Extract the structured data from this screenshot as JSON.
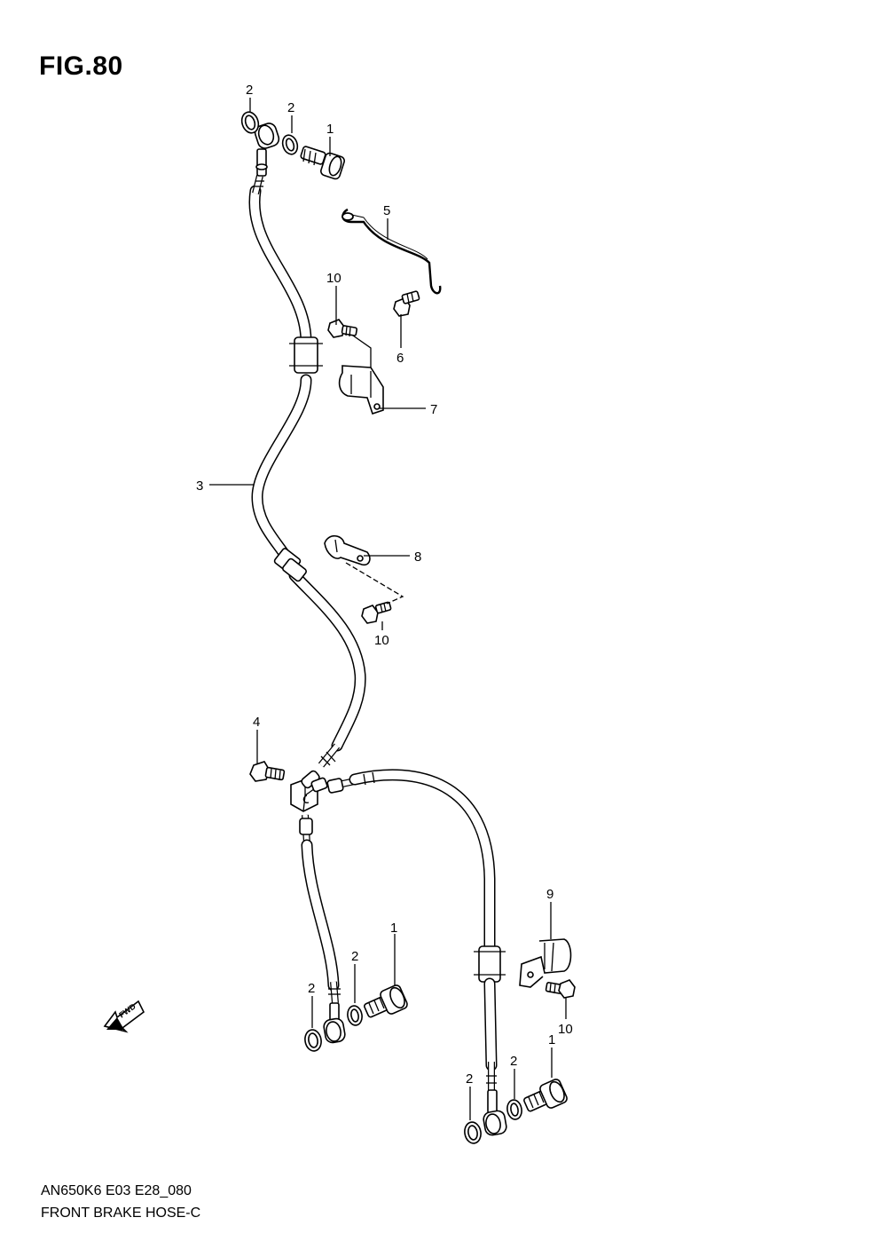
{
  "figure": {
    "title": "FIG.80",
    "model_code": "AN650K6 E03 E28_080",
    "name": "FRONT BRAKE HOSE-C"
  },
  "fwd_arrow": {
    "label": "FWD"
  },
  "callouts": [
    {
      "id": "c-2a",
      "label": "2"
    },
    {
      "id": "c-2b",
      "label": "2"
    },
    {
      "id": "c-1a",
      "label": "1"
    },
    {
      "id": "c-5",
      "label": "5"
    },
    {
      "id": "c-10a",
      "label": "10"
    },
    {
      "id": "c-6",
      "label": "6"
    },
    {
      "id": "c-7",
      "label": "7"
    },
    {
      "id": "c-3",
      "label": "3"
    },
    {
      "id": "c-8",
      "label": "8"
    },
    {
      "id": "c-10b",
      "label": "10"
    },
    {
      "id": "c-4",
      "label": "4"
    },
    {
      "id": "c-9",
      "label": "9"
    },
    {
      "id": "c-1b",
      "label": "1"
    },
    {
      "id": "c-2c",
      "label": "2"
    },
    {
      "id": "c-2d",
      "label": "2"
    },
    {
      "id": "c-10c",
      "label": "10"
    },
    {
      "id": "c-2e",
      "label": "2"
    },
    {
      "id": "c-2f",
      "label": "2"
    },
    {
      "id": "c-1c",
      "label": "1"
    }
  ]
}
